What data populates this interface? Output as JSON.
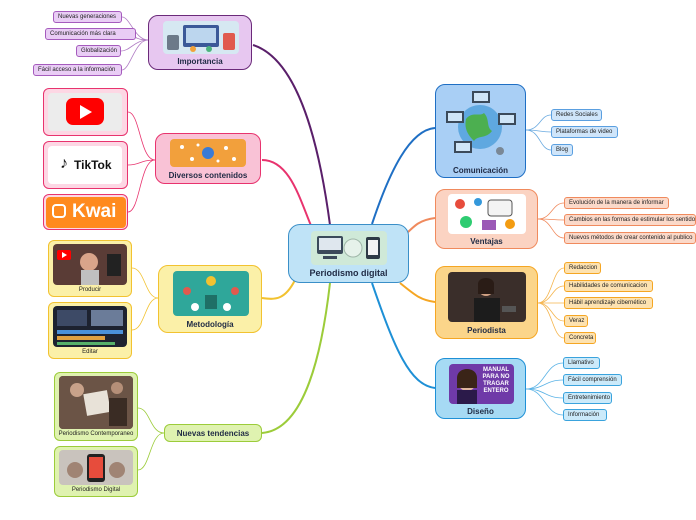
{
  "central": {
    "title": "Periodismo digital"
  },
  "branches": {
    "importancia": {
      "title": "Importancia",
      "items": [
        "Nuevas generaciones",
        "Comunicación más clara",
        "Globalización",
        "Fácil acceso a la información"
      ]
    },
    "diversos": {
      "title": "Diversos contenidos",
      "apps": [
        "TikTok",
        "Kwai"
      ]
    },
    "metodologia": {
      "title": "Metodología",
      "cards": [
        "Producir",
        "Editar"
      ]
    },
    "nuevas": {
      "title": "Nuevas tendencias",
      "cards": [
        "Periodismo Contemporaneo",
        "Periodismo Digital"
      ]
    },
    "comunicacion": {
      "title": "Comunicación",
      "items": [
        "Redes Sociales",
        "Plataformas de video",
        "Blog"
      ]
    },
    "ventajas": {
      "title": "Ventajas",
      "items": [
        "Evolución de la manera de informar",
        "Cambios en las formas de estimular los sentidos",
        "Nuevos métodos de crear contenido al publico"
      ]
    },
    "periodista": {
      "title": "Periodista",
      "items": [
        "Redaccion",
        "Habilidades de comunicacion",
        "Hábil aprendizaje cibernético",
        "Veraz",
        "Concreta"
      ]
    },
    "diseno": {
      "title": "Diseño",
      "image_text": "MANUAL PARA NO TRAGAR ENTERO",
      "items": [
        "Llamativo",
        "Fácil comprensión",
        "Entretenimiento",
        "Información"
      ]
    }
  },
  "colors": {
    "importancia": "#6b2a7a",
    "diversos": "#e8336e",
    "metodologia": "#f2c230",
    "nuevas": "#9ccc3a",
    "comunicacion": "#1f6fc4",
    "ventajas": "#f08a5d",
    "periodista": "#f5a623",
    "diseno": "#1e90d6"
  }
}
